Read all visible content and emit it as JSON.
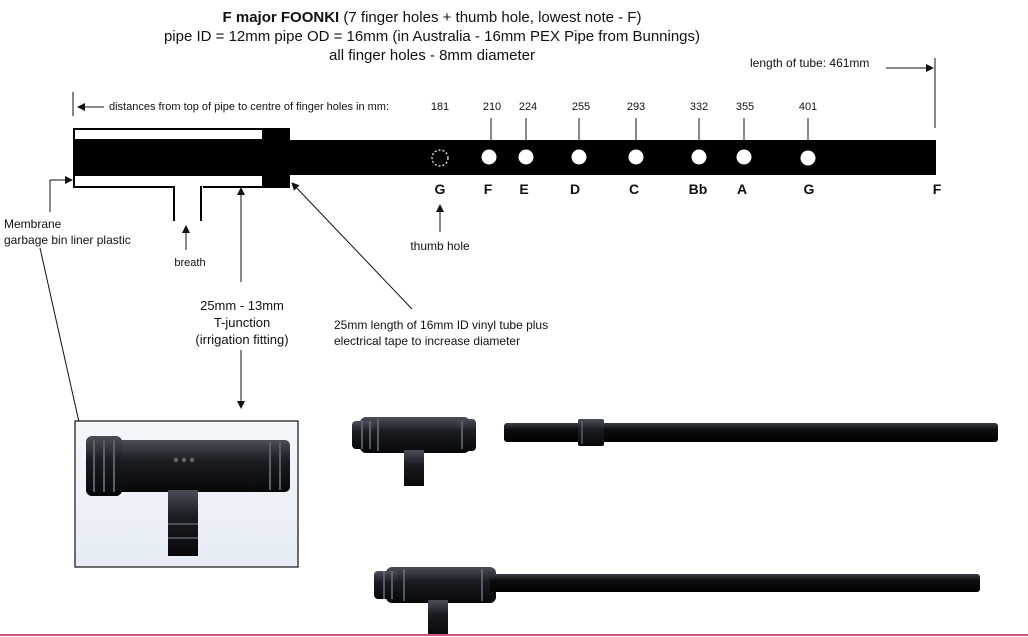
{
  "header": {
    "title_bold": "F major FOONKI",
    "title_rest": " (7 finger holes + thumb hole, lowest note - F)",
    "line2": "pipe ID = 12mm   pipe OD = 16mm   (in Australia - 16mm PEX Pipe from Bunnings)",
    "line3": "all finger holes - 8mm diameter"
  },
  "tube_length_label": "length of tube: 461mm",
  "distances_label": "distances from top of pipe to centre of finger holes in mm:",
  "hole_distances": [
    "181",
    "210",
    "224",
    "255",
    "293",
    "332",
    "355",
    "401"
  ],
  "notes": [
    "G",
    "F",
    "E",
    "D",
    "C",
    "Bb",
    "A",
    "G",
    "F"
  ],
  "labels": {
    "thumb_hole": "thumb hole",
    "membrane_line1": "Membrane",
    "membrane_line2": "garbage bin liner plastic",
    "breath": "breath",
    "tjunction_line1": "25mm - 13mm",
    "tjunction_line2": "T-junction",
    "tjunction_line3": "(irrigation fitting)",
    "vinyl_line1": "25mm length of 16mm ID vinyl tube plus",
    "vinyl_line2": "electrical tape to increase diameter"
  },
  "colors": {
    "pipe": "#000000",
    "fitting": "#1b1d22",
    "background": "#ffffff",
    "bottom_border": "#d0567a"
  }
}
